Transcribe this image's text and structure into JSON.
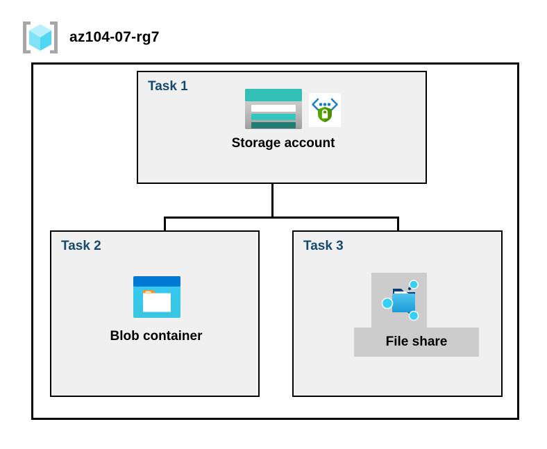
{
  "header": {
    "resource_group_icon": "azure-resource-group-icon",
    "title": "az104-07-rg7"
  },
  "diagram": {
    "container_name": "resource-group-boundary",
    "tasks": [
      {
        "id": "task1",
        "label": "Task 1",
        "node_caption": "Storage account",
        "icon": "azure-storage-account-icon",
        "badge_icon": "security-shield-lock-icon"
      },
      {
        "id": "task2",
        "label": "Task 2",
        "node_caption": "Blob container",
        "icon": "azure-blob-container-icon"
      },
      {
        "id": "task3",
        "label": "Task 3",
        "node_caption": "File share",
        "icon": "azure-file-share-icon"
      }
    ],
    "connectors": [
      {
        "name": "storage-to-split-trunk"
      },
      {
        "name": "split-horizontal-bar"
      },
      {
        "name": "split-to-blob-container"
      },
      {
        "name": "split-to-file-share"
      }
    ]
  },
  "colors": {
    "task_label": "#16496E",
    "task_box_fill": "#F0F0F0",
    "box_border": "#000000",
    "storage_teal": "#32BFB5",
    "storage_teal_dark": "#237C73",
    "blob_blue": "#0078D4",
    "blob_cyan": "#32C5F4",
    "blob_orange": "#F7941E",
    "shield_green": "#57A300",
    "fileshare_grey": "#CCCCCC",
    "rg_cube_cyan": "#7FE3F7"
  }
}
